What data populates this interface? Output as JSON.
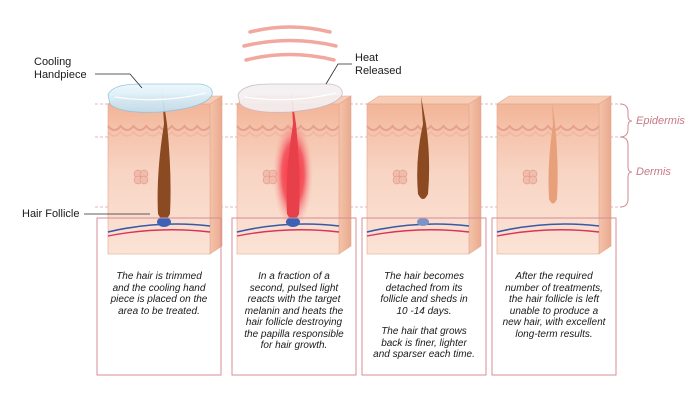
{
  "labels": {
    "cooling_handpiece_1": "Cooling",
    "cooling_handpiece_2": "Handpiece",
    "heat_released_1": "Heat",
    "heat_released_2": "Released",
    "hair_follicle": "Hair Follicle",
    "epidermis": "Epidermis",
    "dermis": "Dermis"
  },
  "steps": [
    {
      "paragraphs": [
        "The hair is trimmed\nand the cooling hand\npiece is placed on the\narea to be treated."
      ]
    },
    {
      "paragraphs": [
        "In a fraction of a\nsecond, pulsed light\nreacts with the target\nmelanin and heats the\nhair follicle destroying\nthe papilla responsible\nfor hair growth."
      ]
    },
    {
      "paragraphs": [
        "The hair becomes\ndetached from its\nfollicle and sheds in\n10 -14 days.",
        "The hair that grows\nback is finer, lighter\nand sparser each time."
      ]
    },
    {
      "paragraphs": [
        "After the required\nnumber of treatments,\nthe hair follicle is left\nunable to produce a\nnew hair, with excellent\nlong-term results."
      ]
    }
  ],
  "colors": {
    "skin_top": "#f7cdb5",
    "skin_side": "#efb79b",
    "epidermis_band": "#e7a08c",
    "dermis": "#f6d2c2",
    "hair_brown": "#8b4a22",
    "hair_red": "#e8404a",
    "hair_faded": "#e8a07a",
    "frame": "#d78c97",
    "handpiece": "#cfe8f5",
    "heat_wave": "#f4a39b",
    "vessel_blue": "#3858a8",
    "vessel_red": "#d8345a"
  }
}
